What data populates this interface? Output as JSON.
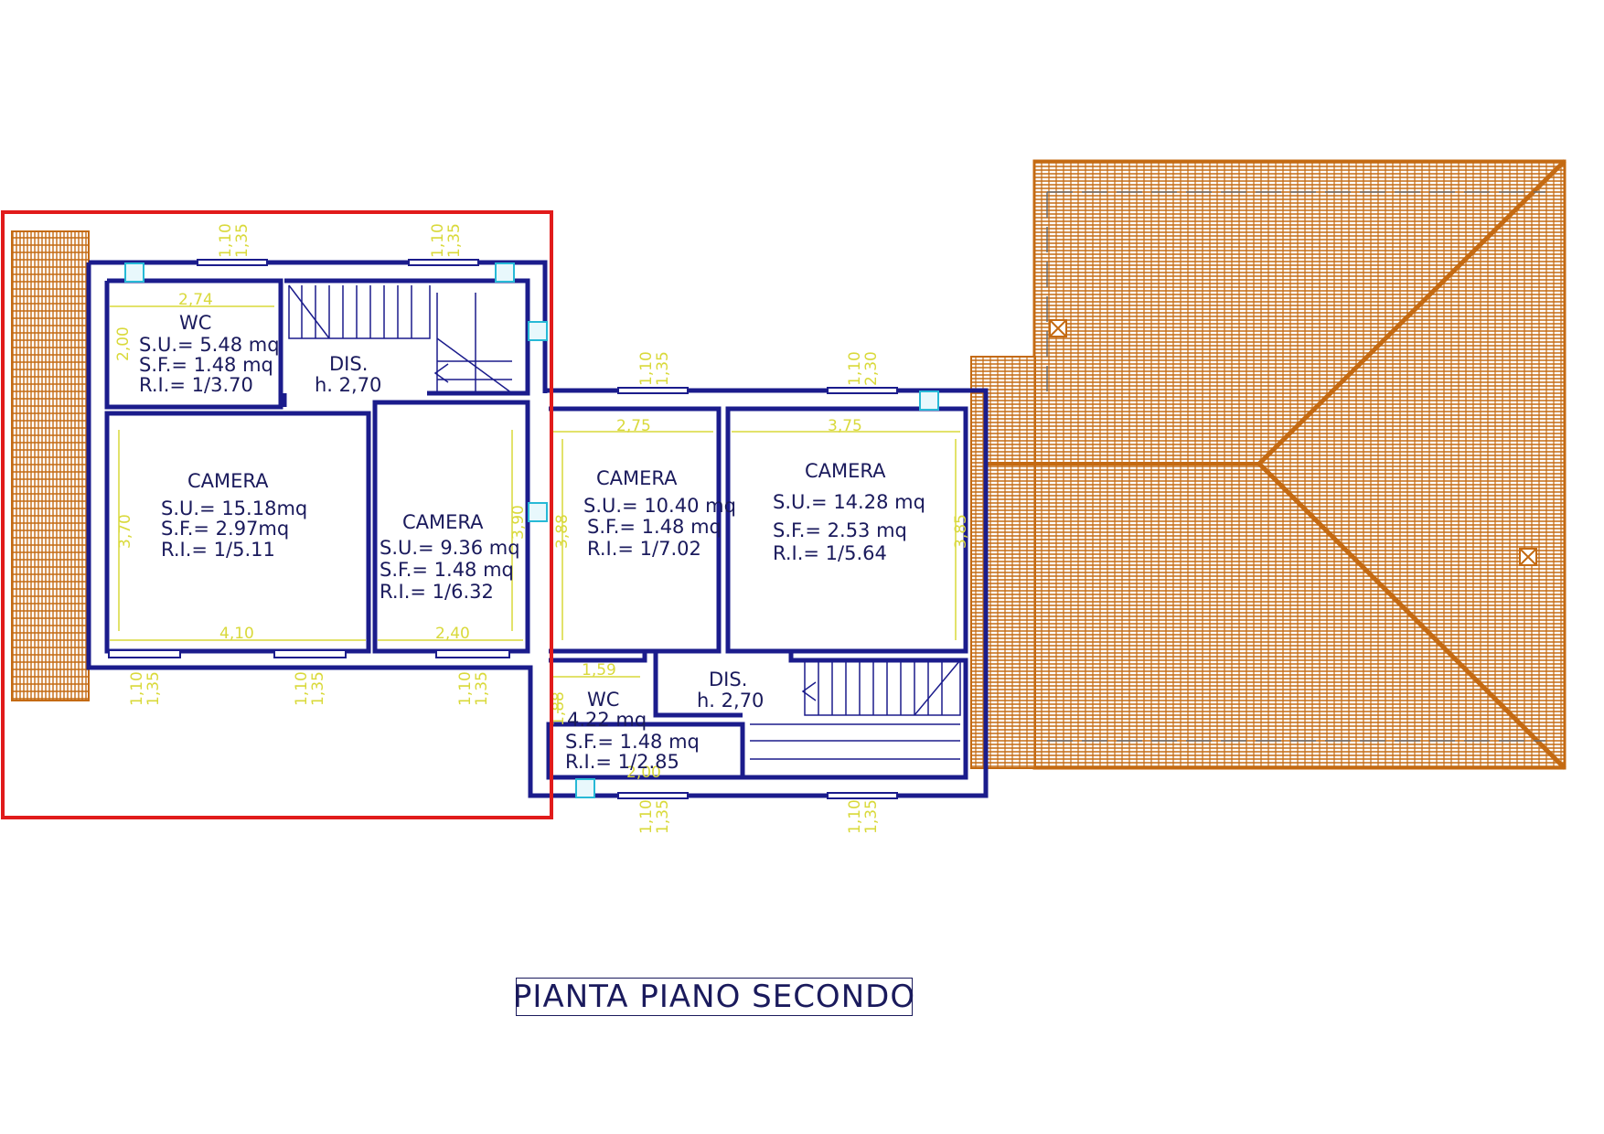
{
  "title": "PIANTA PIANO SECONDO",
  "colors": {
    "wall": "#1b1c8c",
    "roof": "#c46a12",
    "dimension": "#d9d93a",
    "highlight": "#e11b1b",
    "fixture": "#27b9d6"
  },
  "rooms": [
    {
      "name": "WC",
      "su": "S.U.= 5.48 mq",
      "sf": "S.F.= 1.48 mq",
      "ri": "R.I.= 1/3.70"
    },
    {
      "name": "DIS.",
      "h": "h. 2,70"
    },
    {
      "name": "CAMERA",
      "su": "S.U.= 15.18mq",
      "sf": "S.F.= 2.97mq",
      "ri": "R.I.= 1/5.11"
    },
    {
      "name": "CAMERA",
      "su": "S.U.= 9.36 mq",
      "sf": "S.F.= 1.48 mq",
      "ri": "R.I.= 1/6.32"
    },
    {
      "name": "CAMERA",
      "su": "S.U.= 10.40 mq",
      "sf": "S.F.= 1.48 mq",
      "ri": "R.I.= 1/7.02"
    },
    {
      "name": "CAMERA",
      "su": "S.U.= 14.28 mq",
      "sf": "S.F.= 2.53 mq",
      "ri": "R.I.= 1/5.64"
    },
    {
      "name": "DIS.",
      "h": "h. 2,70"
    },
    {
      "name": "WC",
      "su": "4.22 mq",
      "sf": "S.F.= 1.48 mq",
      "ri": "R.I.= 1/2.85"
    }
  ],
  "dimensions": {
    "wc_width": "2,74",
    "wc_height": "2,00",
    "camera1_width": "4,10",
    "camera1_height": "3,70",
    "camera2_width": "2,40",
    "camera2_height": "3,90",
    "camera3_width": "2,75",
    "camera3_height": "3,88",
    "camera4_width": "3,75",
    "camera4_height": "3,85",
    "wc2_width": "1,59",
    "wc2_height": "1,88",
    "wc2_bottom": "2,00"
  },
  "window_labels": [
    {
      "a": "1,10",
      "b": "1,35"
    },
    {
      "a": "1,10",
      "b": "1,35"
    },
    {
      "a": "1,10",
      "b": "1,35"
    },
    {
      "a": "1,10",
      "b": "1,35"
    },
    {
      "a": "1,10",
      "b": "1,35"
    },
    {
      "a": "1,10",
      "b": "1,35"
    },
    {
      "a": "1,10",
      "b": "2,30"
    },
    {
      "a": "1,10",
      "b": "1,35"
    },
    {
      "a": "1,10",
      "b": "1,35"
    }
  ]
}
